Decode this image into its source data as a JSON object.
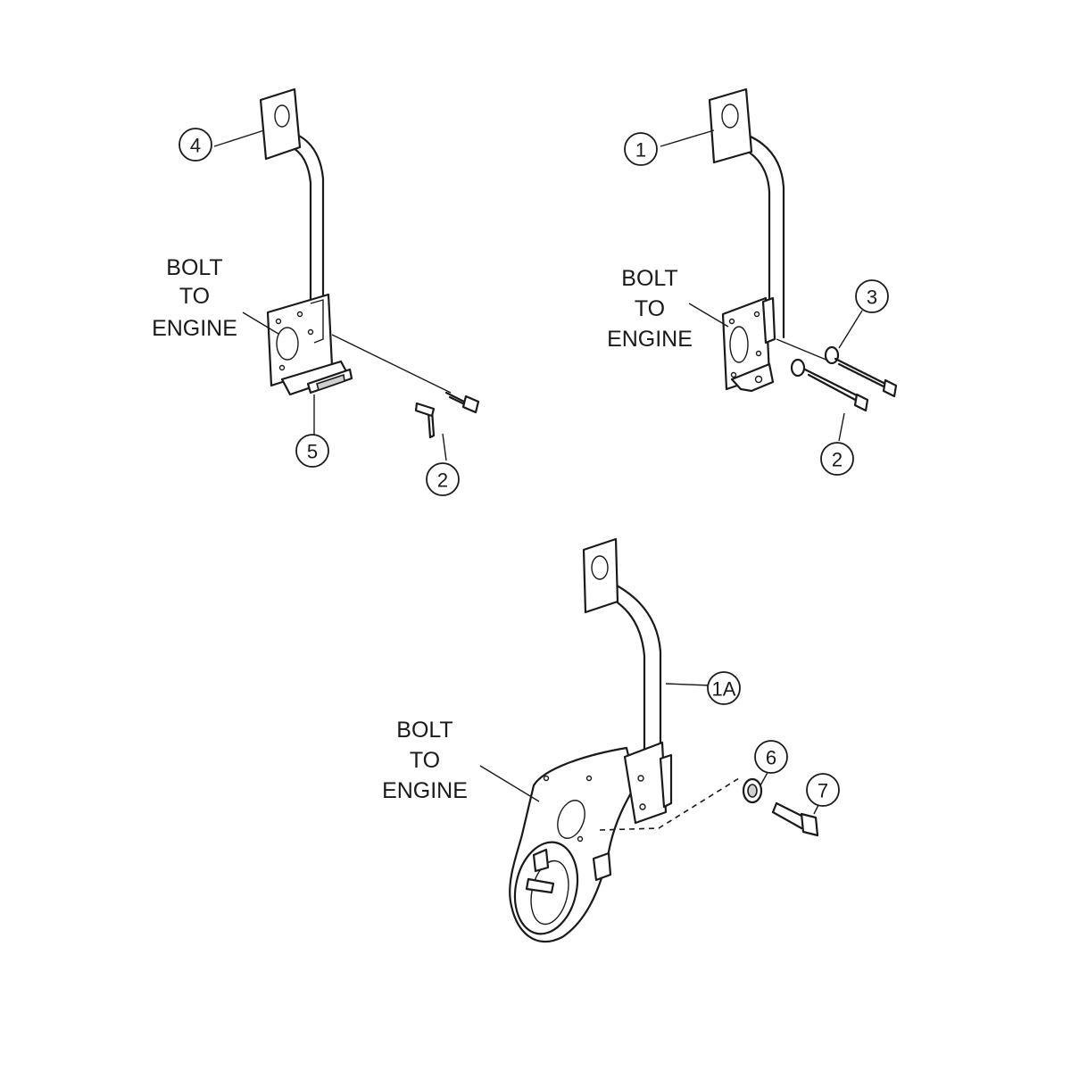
{
  "assemblies": [
    {
      "bolt_label": [
        "BOLT",
        "TO",
        "ENGINE"
      ],
      "callouts": [
        "4",
        "5",
        "2"
      ]
    },
    {
      "bolt_label": [
        "BOLT",
        "TO",
        "ENGINE"
      ],
      "callouts": [
        "1",
        "3",
        "2"
      ]
    },
    {
      "bolt_label": [
        "BOLT",
        "TO",
        "ENGINE"
      ],
      "callouts": [
        "1A",
        "6",
        "7"
      ]
    }
  ]
}
